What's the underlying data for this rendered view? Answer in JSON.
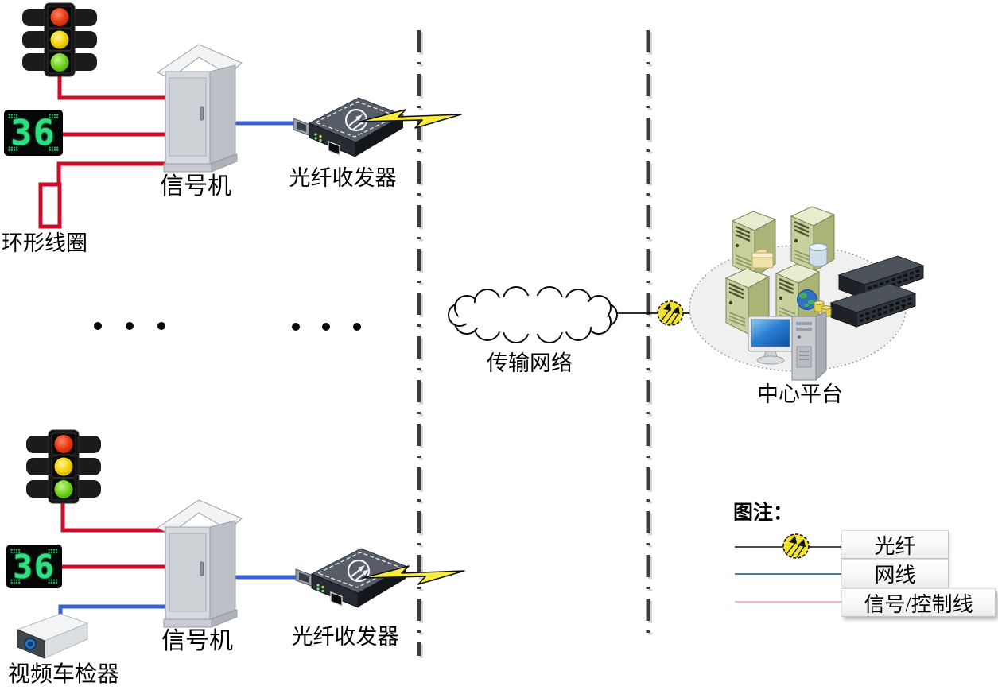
{
  "labels": {
    "loop_coil": "环形线圈",
    "signal_controller_top": "信号机",
    "fiber_transceiver_top": "光纤收发器",
    "transmission_network": "传输网络",
    "central_platform": "中心平台",
    "signal_controller_bottom": "信号机",
    "fiber_transceiver_bottom": "光纤收发器",
    "video_detector": "视频车检器"
  },
  "countdown_displays": {
    "top_value": "36",
    "bottom_value": "36"
  },
  "legend": {
    "title": "图注：",
    "items": [
      {
        "label": "光纤"
      },
      {
        "label": "网线"
      },
      {
        "label": "信号/控制线"
      }
    ]
  },
  "colors": {
    "signal_control_line": "#ce0b2a",
    "network_line": "#3a5fce",
    "boundary_dash": "#3c3c3c",
    "lightning_fiber": "#f7ee3c",
    "fiber_connector": "#f2e42e",
    "legend_fiber_line": "#4a4a4a",
    "legend_network_line": "#4080a0",
    "legend_signal_line": "#f0bcbc"
  }
}
